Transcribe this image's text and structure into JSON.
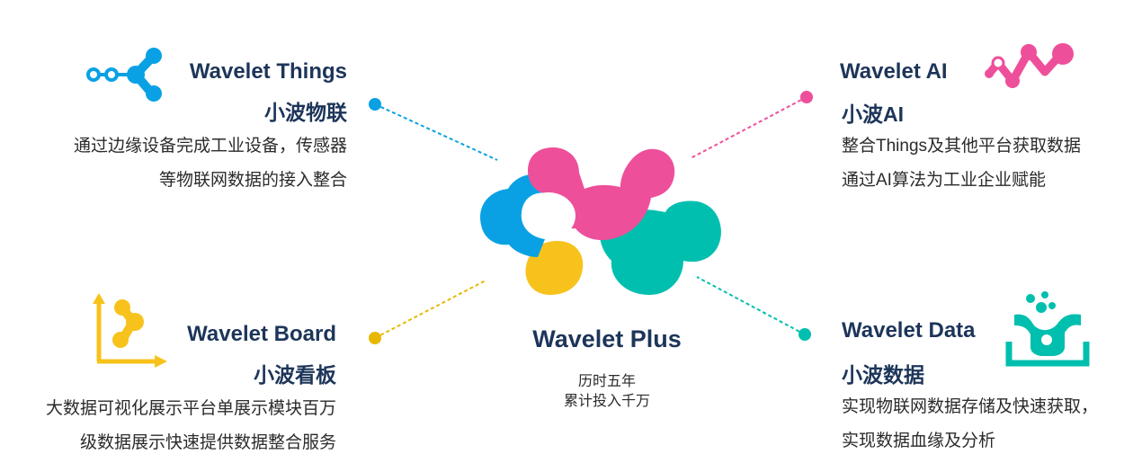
{
  "colors": {
    "blue": "#0aa1e4",
    "pink": "#ee4f9a",
    "yellow": "#f7c21b",
    "teal": "#00bfae",
    "navy": "#1d3559"
  },
  "center": {
    "title": "Wavelet Plus",
    "line1": "历时五年",
    "line2": "累计投入千万"
  },
  "things": {
    "title_en": "Wavelet Things",
    "title_cn": "小波物联",
    "desc1": "通过边缘设备完成工业设备，传感器",
    "desc2": "等物联网数据的接入整合",
    "icon": "molecule-chain-icon"
  },
  "ai": {
    "title_en": "Wavelet AI",
    "title_cn": "小波AI",
    "desc1": "整合Things及其他平台获取数据",
    "desc2": "通过AI算法为工业企业赋能",
    "icon": "neural-wave-icon"
  },
  "board": {
    "title_en": "Wavelet Board",
    "title_cn": "小波看板",
    "desc1": "大数据可视化展示平台单展示模块百万",
    "desc2": "级数据展示快速提供数据整合服务",
    "icon": "axes-chart-icon"
  },
  "data": {
    "title_en": "Wavelet Data",
    "title_cn": "小波数据",
    "desc1": "实现物联网数据存储及快速获取，",
    "desc2": "实现数据血缘及分析",
    "icon": "data-bin-icon"
  }
}
